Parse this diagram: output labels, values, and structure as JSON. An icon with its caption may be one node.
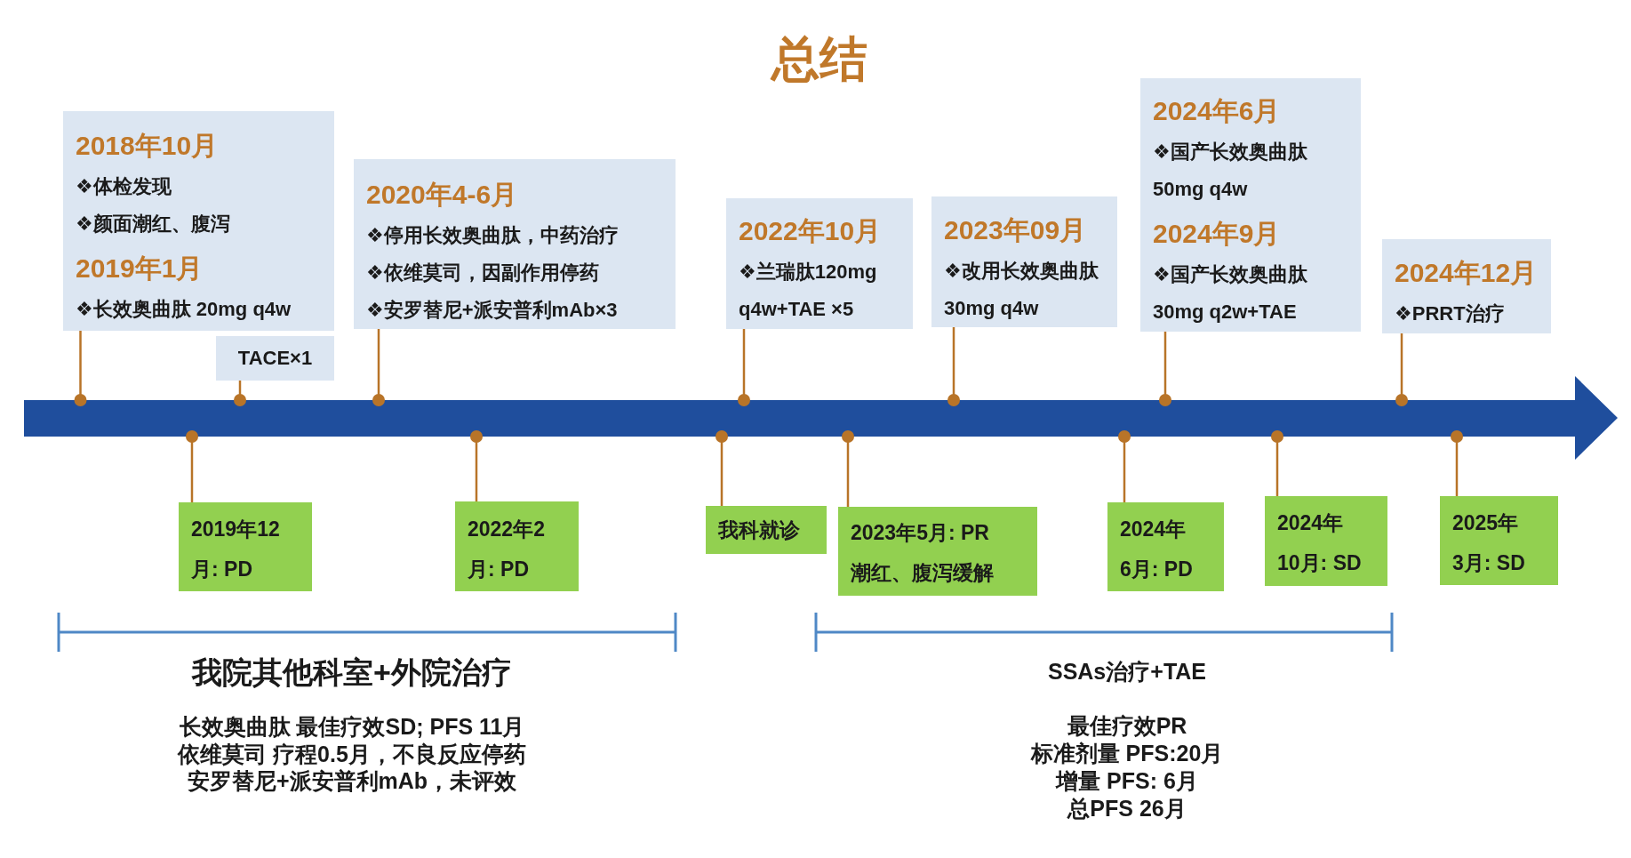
{
  "diagram": {
    "title": "总结",
    "nodes": [
      {
        "text": [
          "2018年10月",
          "❖体检发现",
          "❖颜面潮红、腹泻",
          "2019年1月",
          "❖长效奥曲肽 20mg q4w"
        ]
      },
      {
        "text": [
          "TACE×1"
        ]
      },
      {
        "text": [
          "2020年4-6月",
          "❖停用长效奥曲肽，中药治疗",
          "❖依维莫司，因副作用停药",
          "❖安罗替尼+派安普利mAb×3"
        ]
      },
      {
        "text": [
          "2022年10月",
          "❖兰瑞肽120mg q4w+TAE ×5"
        ]
      },
      {
        "text": [
          "2023年09月",
          "❖改用长效奥曲肽 30mg q4w"
        ]
      },
      {
        "text": [
          "2024年6月",
          "❖国产长效奥曲肽 50mg q4w",
          "2024年9月",
          "❖国产长效奥曲肽 30mg q2w+TAE"
        ]
      },
      {
        "text": [
          "2024年12月",
          "❖PRRT治疗"
        ]
      },
      {
        "text": [],
        "shape": "arrow"
      },
      {
        "text": [
          "2019年12月: PD"
        ]
      },
      {
        "text": [
          "2022年2月: PD"
        ]
      },
      {
        "text": [
          "我科就诊"
        ]
      },
      {
        "text": [
          "2023年5月: PR",
          "潮红、腹泻缓解"
        ]
      },
      {
        "text": [
          "2024年6月: PD"
        ]
      },
      {
        "text": [
          "2024年10月: SD"
        ]
      },
      {
        "text": [
          "2025年3月: SD"
        ]
      }
    ],
    "edges": [
      {
        "from": 0,
        "to": 7,
        "arrow": "other"
      },
      {
        "from": 1,
        "to": 7,
        "arrow": "other"
      },
      {
        "from": 2,
        "to": 7,
        "arrow": "other"
      },
      {
        "from": 3,
        "to": 7,
        "arrow": "other"
      },
      {
        "from": 4,
        "to": 7,
        "arrow": "other"
      },
      {
        "from": 5,
        "to": 7,
        "arrow": "other"
      },
      {
        "from": 6,
        "to": 7,
        "arrow": "other"
      },
      {
        "from": 8,
        "to": 7,
        "arrow": "other"
      },
      {
        "from": 9,
        "to": 7,
        "arrow": "other"
      },
      {
        "from": 10,
        "to": 7,
        "arrow": "other"
      },
      {
        "from": 11,
        "to": 7,
        "arrow": "other"
      },
      {
        "from": 12,
        "to": 7,
        "arrow": "other"
      },
      {
        "from": 13,
        "to": 7,
        "arrow": "other"
      },
      {
        "from": 14,
        "to": 7,
        "arrow": "other"
      }
    ],
    "labels": [
      "我院其他科室+外院治疗",
      "长效奥曲肽 最佳疗效SD; PFS 11月",
      "依维莫司 疗程0.5月，不良反应停药",
      "安罗替尼+派安普利mAb，未评效",
      "SSAs治疗+TAE",
      "最佳疗效PR",
      "标准剂量 PFS:20月",
      "增量 PFS: 6月",
      "总PFS 26月"
    ]
  }
}
